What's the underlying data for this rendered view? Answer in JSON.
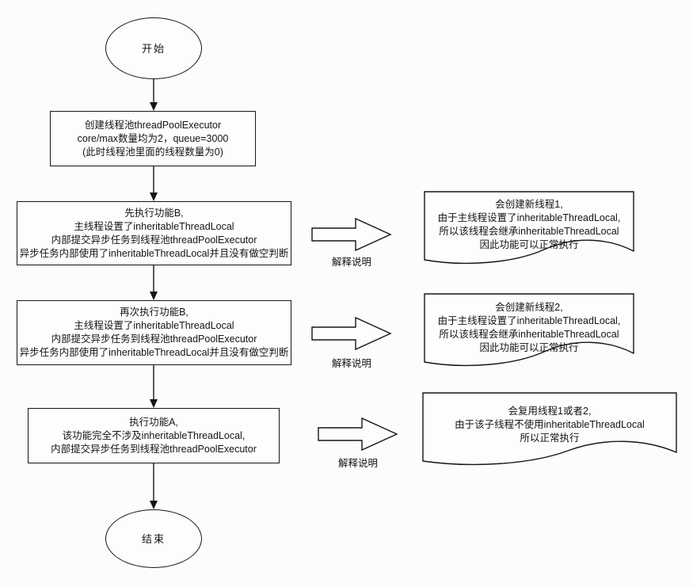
{
  "flowchart": {
    "start_label": "开始",
    "end_label": "结束",
    "steps": [
      {
        "text": "创建线程池threadPoolExecutor\ncore/max数量均为2，queue=3000\n(此时线程池里面的线程数量为0)"
      },
      {
        "text": "先执行功能B,\n主线程设置了inheritableThreadLocal\n内部提交异步任务到线程池threadPoolExecutor\n异步任务内部使用了inheritableThreadLocal并且没有做空判断"
      },
      {
        "text": "再次执行功能B,\n主线程设置了inheritableThreadLocal\n内部提交异步任务到线程池threadPoolExecutor\n异步任务内部使用了inheritableThreadLocal并且没有做空判断"
      },
      {
        "text": "执行功能A,\n该功能完全不涉及inheritableThreadLocal,\n内部提交异步任务到线程池threadPoolExecutor"
      }
    ],
    "explain_arrows": [
      {
        "label": "解释说明"
      },
      {
        "label": "解释说明"
      },
      {
        "label": "解释说明"
      }
    ],
    "notes": [
      {
        "text": "会创建新线程1,\n由于主线程设置了inheritableThreadLocal,\n所以该线程会继承inheritableThreadLocal\n因此功能可以正常执行"
      },
      {
        "text": "会创建新线程2,\n由于主线程设置了inheritableThreadLocal,\n所以该线程会继承inheritableThreadLocal\n因此功能可以正常执行"
      },
      {
        "text": "会复用线程1或者2,\n由于该子线程不使用inheritableThreadLocal\n所以正常执行"
      }
    ],
    "colors": {
      "stroke": "#161616",
      "background": "#fcfcfc"
    }
  }
}
